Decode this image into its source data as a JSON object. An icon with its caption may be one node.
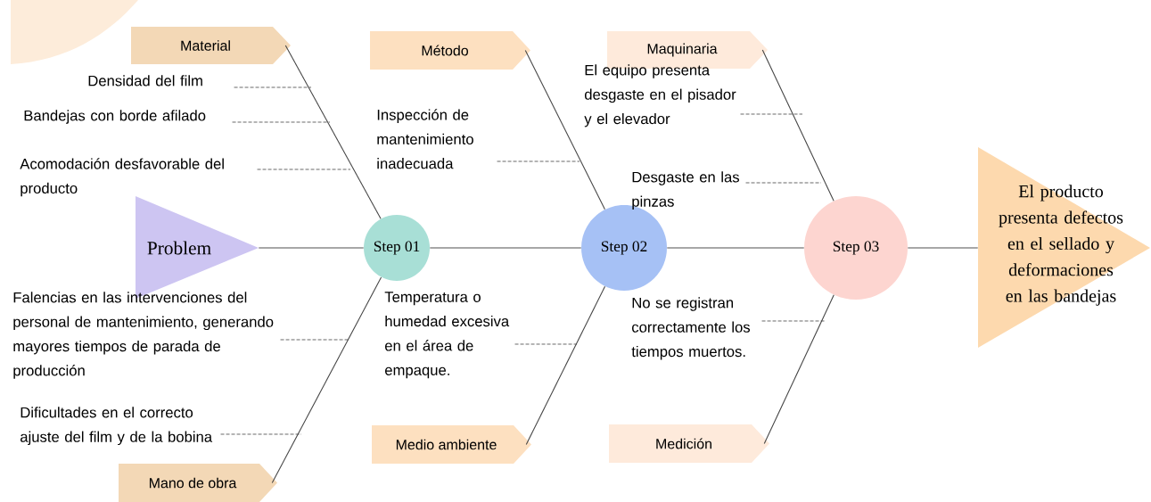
{
  "diagram": {
    "nodes": [
      {
        "text": [
          "Problem"
        ]
      },
      {
        "text": [
          "Step 01"
        ]
      },
      {
        "text": [
          "Step 02"
        ]
      },
      {
        "text": [
          "Step 03"
        ]
      },
      {
        "text": [
          "El producto presenta defectos en el sellado y deformaciones en las bandejas"
        ]
      },
      {
        "text": [
          "Material"
        ]
      },
      {
        "text": [
          "Método"
        ]
      },
      {
        "text": [
          "Maquinaria"
        ]
      },
      {
        "text": [
          "Mano de obra"
        ]
      },
      {
        "text": [
          "Medio ambiente"
        ]
      },
      {
        "text": [
          "Medición"
        ]
      },
      {
        "text": [
          "Densidad del film"
        ]
      },
      {
        "text": [
          "Bandejas con borde afilado"
        ]
      },
      {
        "text": [
          "Acomodación desfavorable del producto"
        ]
      },
      {
        "text": [
          "Inspección de mantenimiento inadecuada"
        ]
      },
      {
        "text": [
          "El equipo presenta desgaste en el pisador y el elevador"
        ]
      },
      {
        "text": [
          "Desgaste en las pinzas"
        ]
      },
      {
        "text": [
          "Falencias en las intervenciones del personal de mantenimiento, generando mayores tiempos de parada de producción"
        ]
      },
      {
        "text": [
          "Dificultades en el correcto ajuste del film y de la bobina"
        ]
      },
      {
        "text": [
          "Temperatura o humedad excesiva en el área de empaque."
        ]
      },
      {
        "text": [
          "No se registran correctamente los tiempos muertos."
        ]
      }
    ],
    "edges": [
      {
        "from": 0,
        "to": 1,
        "arrow": "none",
        "color": "#8a8a8a"
      },
      {
        "from": 1,
        "to": 2,
        "arrow": "none",
        "color": "#8a8a8a"
      },
      {
        "from": 2,
        "to": 3,
        "arrow": "none",
        "color": "#8a8a8a"
      },
      {
        "from": 3,
        "to": 4,
        "arrow": "none",
        "color": "#8a8a8a"
      },
      {
        "from": 5,
        "to": 1,
        "arrow": "none"
      },
      {
        "from": 6,
        "to": 2,
        "arrow": "none"
      },
      {
        "from": 7,
        "to": 3,
        "arrow": "none"
      },
      {
        "from": 8,
        "to": 1,
        "arrow": "none"
      },
      {
        "from": 9,
        "to": 2,
        "arrow": "none"
      },
      {
        "from": 10,
        "to": 3,
        "arrow": "none"
      },
      {
        "from": 11,
        "to": null,
        "arrow": "none",
        "style": "dashed"
      },
      {
        "from": 12,
        "to": null,
        "arrow": "none",
        "style": "dashed"
      },
      {
        "from": 13,
        "to": null,
        "arrow": "none",
        "style": "dashed"
      },
      {
        "from": 14,
        "to": null,
        "arrow": "none",
        "style": "dashed"
      },
      {
        "from": 15,
        "to": null,
        "arrow": "none",
        "style": "dashed"
      },
      {
        "from": 16,
        "to": null,
        "arrow": "none",
        "style": "dashed"
      },
      {
        "from": 17,
        "to": null,
        "arrow": "none",
        "style": "dashed"
      },
      {
        "from": 18,
        "to": null,
        "arrow": "none",
        "style": "dashed"
      },
      {
        "from": 19,
        "to": null,
        "arrow": "none",
        "style": "dashed"
      },
      {
        "from": 20,
        "to": null,
        "arrow": "none",
        "style": "dashed"
      }
    ]
  }
}
